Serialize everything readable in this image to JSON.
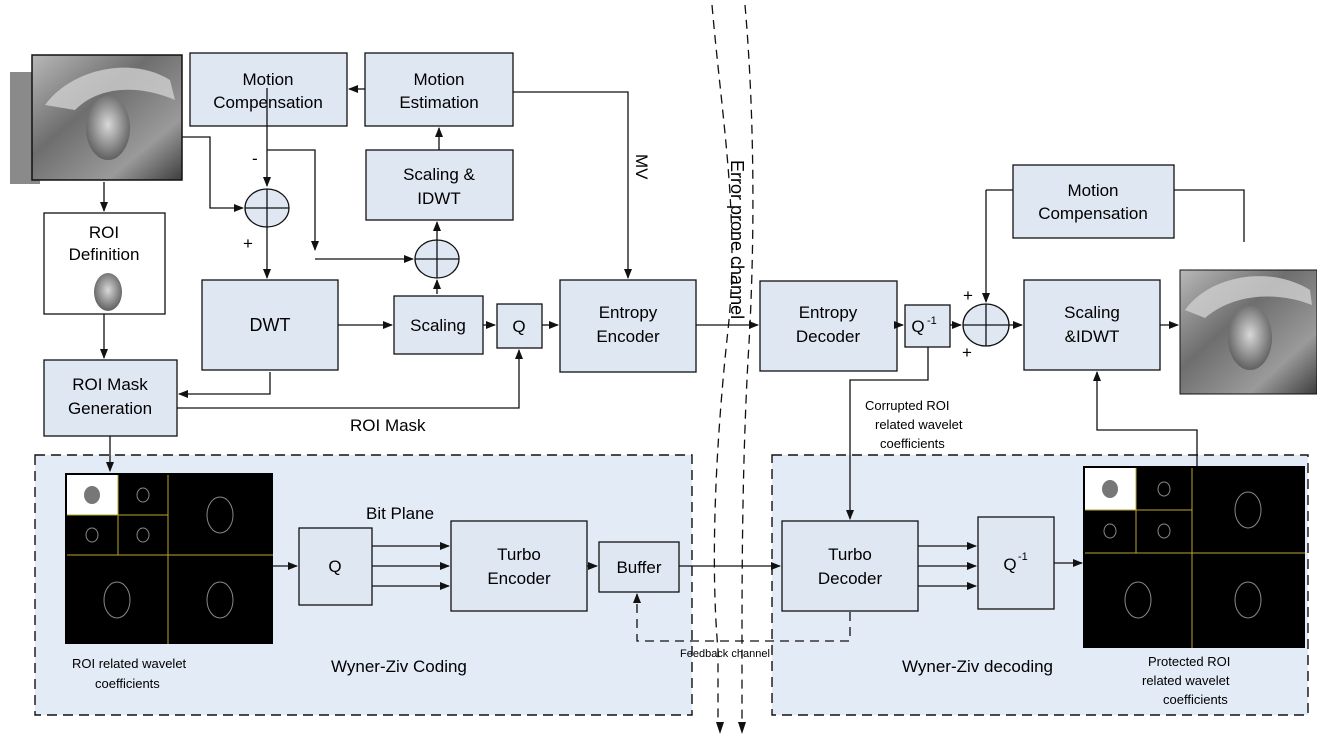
{
  "blocks": {
    "motion_comp_enc": [
      "Motion",
      "Compensation"
    ],
    "motion_est": [
      "Motion",
      "Estimation"
    ],
    "scaling_idwt_enc": [
      "Scaling &",
      "IDWT"
    ],
    "roi_def": [
      "ROI",
      "Definition"
    ],
    "dwt": "DWT",
    "scaling": "Scaling",
    "q_enc": "Q",
    "entropy_enc": [
      "Entropy",
      "Encoder"
    ],
    "roi_mask_gen": [
      "ROI Mask",
      "Generation"
    ],
    "entropy_dec": [
      "Entropy",
      "Decoder"
    ],
    "qinv_dec": "Q",
    "motion_comp_dec": [
      "Motion",
      "Compensation"
    ],
    "scaling_idwt_dec": [
      "Scaling",
      "&IDWT"
    ],
    "q_wz": "Q",
    "turbo_enc": [
      "Turbo",
      "Encoder"
    ],
    "buffer": "Buffer",
    "turbo_dec": [
      "Turbo",
      "Decoder"
    ],
    "qinv_wz": "Q"
  },
  "labels": {
    "mv": "MV",
    "roi_mask": "ROI Mask",
    "channel": "Error prone channel",
    "corrupted": [
      "Corrupted ROI",
      "related wavelet",
      "coefficients"
    ],
    "bit_plane": "Bit Plane",
    "roi_related": [
      "ROI related wavelet",
      "coefficients"
    ],
    "wz_coding": "Wyner-Ziv Coding",
    "feedback": "Feedback channel",
    "wz_decoding": "Wyner-Ziv decoding",
    "protected": [
      "Protected ROI",
      "related wavelet",
      "coefficients"
    ],
    "minus": "-",
    "plus": "+",
    "superscript": "-1"
  },
  "colors": {
    "box_fill": "#dfe7f3",
    "region_fill": "#e3ebf6",
    "line": "#111111",
    "subband_grid": "#b9a82a"
  }
}
